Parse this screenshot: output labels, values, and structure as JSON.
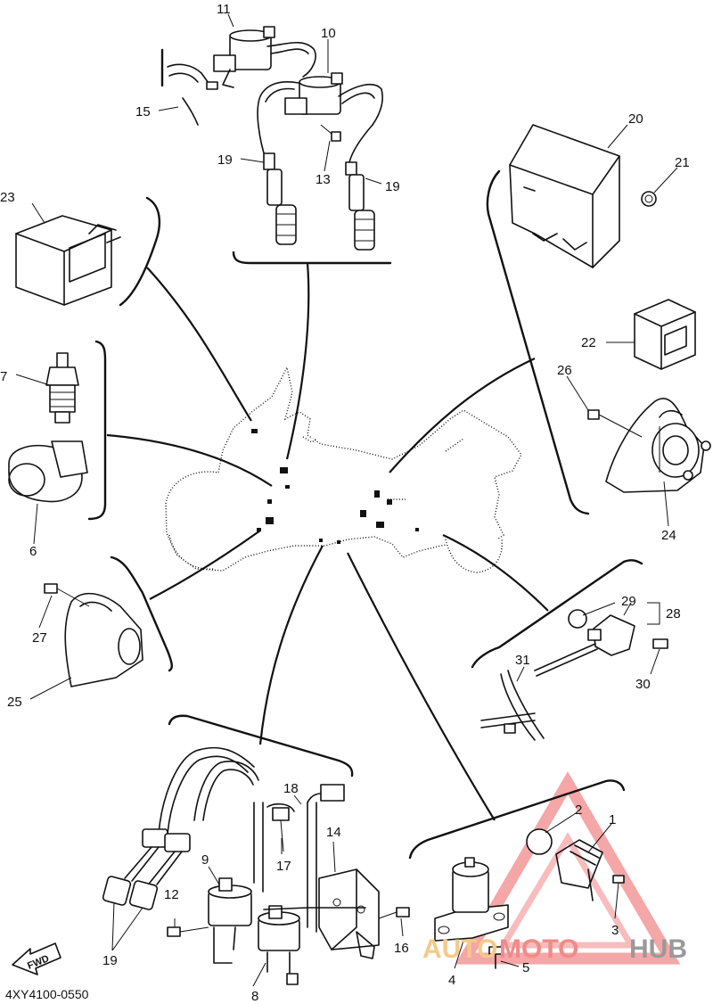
{
  "diagram": {
    "drawing_code": "4XY4100-0550",
    "fwd_label": "FWD",
    "callouts": {
      "c1": "1",
      "c2": "2",
      "c3": "3",
      "c4": "4",
      "c5": "5",
      "c6": "6",
      "c7": "7",
      "c8": "8",
      "c9": "9",
      "c10": "10",
      "c11": "11",
      "c12": "12",
      "c13": "13",
      "c14": "14",
      "c15": "15",
      "c16": "16",
      "c17": "17",
      "c18": "18",
      "c19a": "19",
      "c19b": "19",
      "c19c": "19",
      "c20": "20",
      "c21": "21",
      "c22": "22",
      "c23": "23",
      "c24": "24",
      "c25": "25",
      "c26": "26",
      "c27": "27",
      "c28": "28",
      "c29": "29",
      "c30": "30",
      "c31": "31"
    }
  },
  "watermark": {
    "word_auto": "AUTO",
    "word_moto": "MOTO",
    "word_hub": "HUB",
    "colors": {
      "auto": "#f4c98a",
      "moto": "#f08a8a",
      "hub": "#9a9a9a",
      "triangle": "#ef6b6b"
    }
  }
}
